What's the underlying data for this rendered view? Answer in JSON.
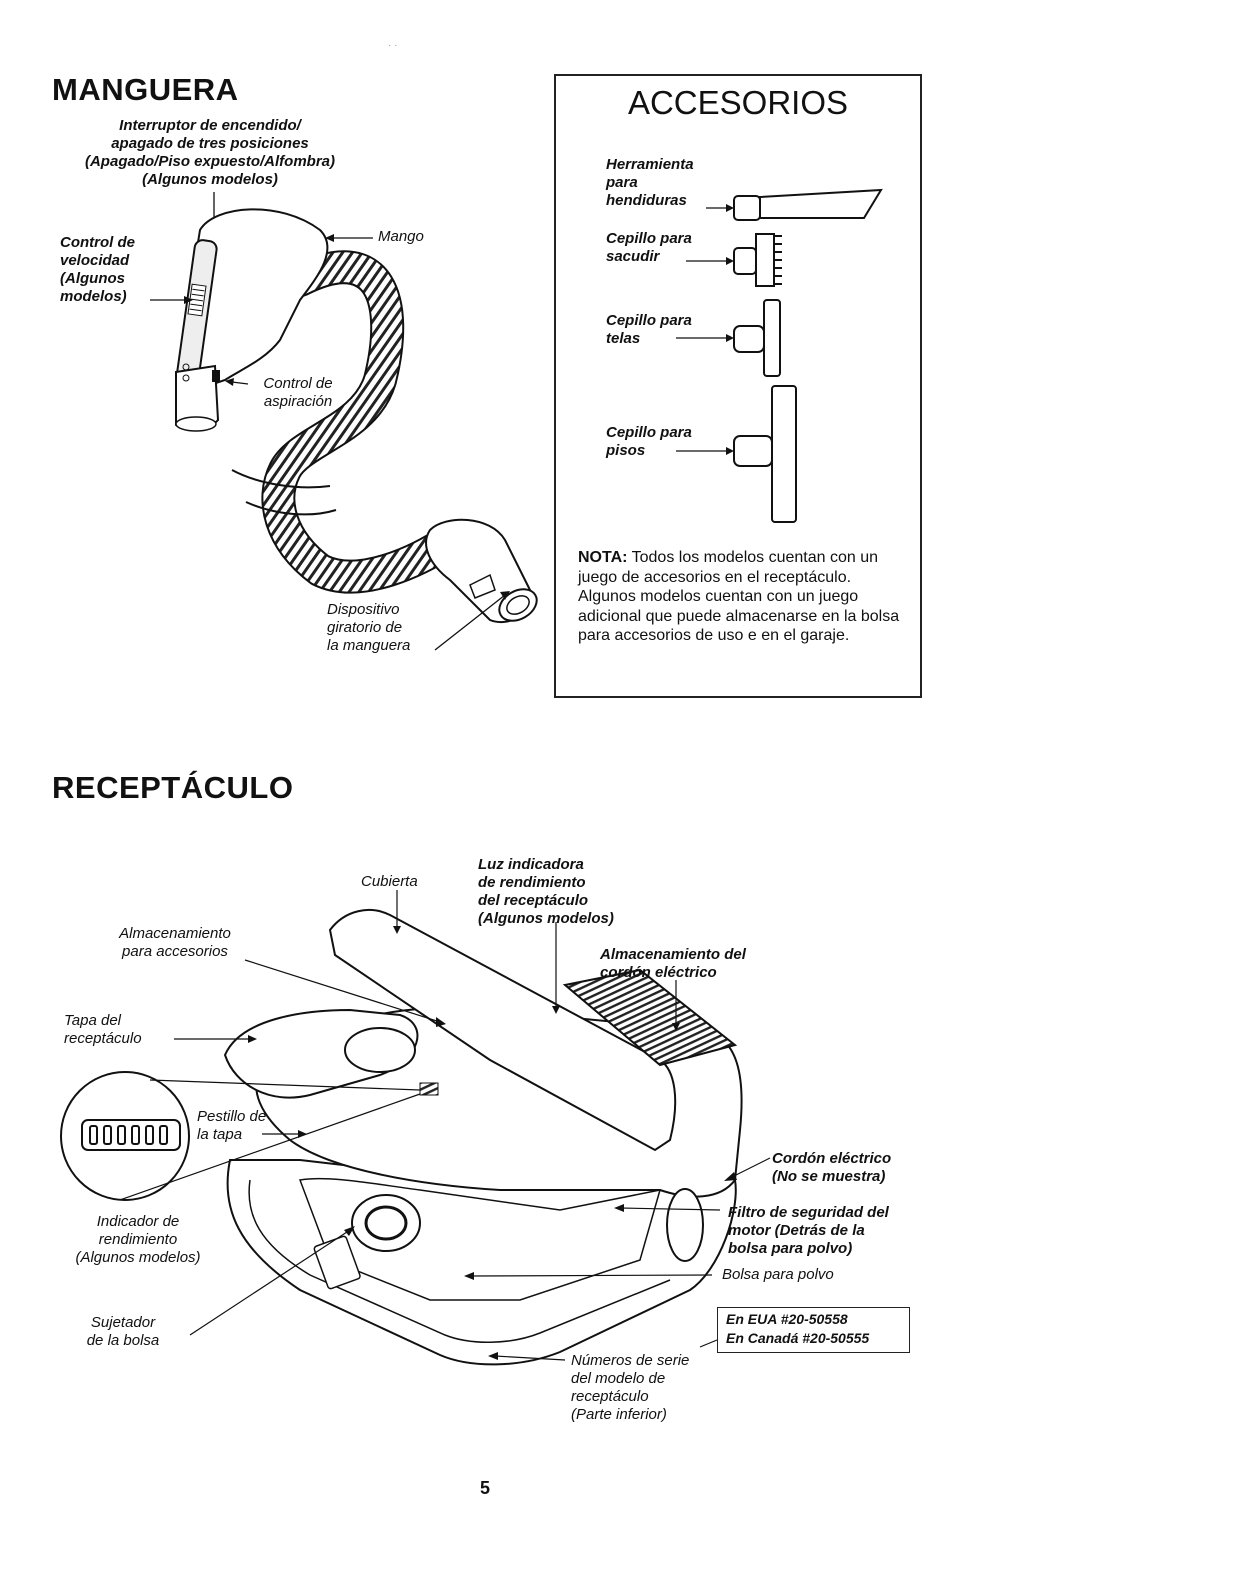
{
  "manguera": {
    "title": "MANGUERA",
    "switch_label": [
      "Interruptor de encendido/",
      "apagado de tres posiciones",
      "(Apagado/Piso expuesto/Alfombra)",
      "(Algunos modelos)"
    ],
    "speed_label": [
      "Control de",
      "velocidad",
      "(Algunos",
      "modelos)"
    ],
    "handle_label": "Mango",
    "suction_label": [
      "Control de",
      "aspiración"
    ],
    "swivel_label": [
      "Dispositivo",
      "giratorio de",
      "la manguera"
    ]
  },
  "accesorios": {
    "title": "ACCESORIOS",
    "items": [
      {
        "label": [
          "Herramienta",
          "para",
          "hendiduras"
        ],
        "icon": "crevice-tool-icon"
      },
      {
        "label": [
          "Cepillo para",
          "sacudir"
        ],
        "icon": "dusting-brush-icon"
      },
      {
        "label": [
          "Cepillo para",
          "telas"
        ],
        "icon": "upholstery-brush-icon"
      },
      {
        "label": [
          "Cepillo para",
          "pisos"
        ],
        "icon": "floor-brush-icon"
      }
    ],
    "nota_label": "NOTA:",
    "nota_text": "Todos los modelos cuentan con un juego de accesorios en el receptáculo. Algunos modelos cuentan con un juego adicional que puede almacenarse en la bolsa para accesorios de uso e en el garaje."
  },
  "receptaculo": {
    "title": "RECEPTÁCULO",
    "cubierta": "Cubierta",
    "luz": [
      "Luz indicadora",
      "de rendimiento",
      "del receptáculo",
      "(Algunos modelos)"
    ],
    "almac_acc": [
      "Almacenamiento",
      "para accesorios"
    ],
    "almac_cordon": [
      "Almacenamiento del",
      "cordón eléctrico"
    ],
    "tapa": [
      "Tapa del",
      "receptáculo"
    ],
    "pestillo": [
      "Pestillo de",
      "la tapa"
    ],
    "cordon": [
      "Cordón eléctrico",
      "(No se muestra)"
    ],
    "filtro": [
      "Filtro de seguridad del",
      "motor (Detrás de la",
      "bolsa para polvo)"
    ],
    "bolsa": "Bolsa para polvo",
    "bolsa_parts": [
      "En EUA #20-50558",
      "En Canadá #20-50555"
    ],
    "indicador": [
      "Indicador de",
      "rendimiento",
      "(Algunos modelos)"
    ],
    "sujetador": [
      "Sujetador",
      "de la bolsa"
    ],
    "numeros": [
      "Números de serie",
      "del modelo de",
      "receptáculo",
      "(Parte inferior)"
    ]
  },
  "page_number": "5"
}
